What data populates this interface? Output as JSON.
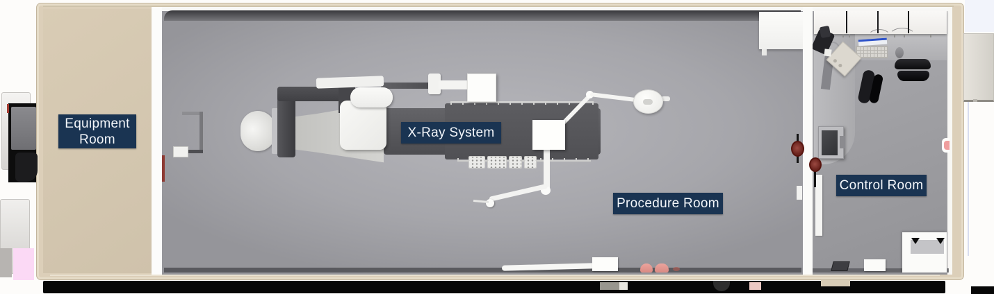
{
  "rooms": [
    {
      "id": "equipment-room",
      "label": "Equipment Room"
    },
    {
      "id": "procedure-room",
      "label": "Procedure Room"
    },
    {
      "id": "control-room",
      "label": "Control Room"
    }
  ],
  "equipment": {
    "xray_label": "X-Ray System"
  },
  "colors": {
    "label_bg": "#1a3452",
    "label_text": "#f3f6fa",
    "trailer_beige": "#dccfb9",
    "equipment_floor": "#d9ccb5",
    "procedure_floor": "#a8a8ad",
    "control_floor": "#aaaaae",
    "table_gray": "#57575b",
    "carm_dark": "#454549",
    "device_white": "#f6f6f4",
    "extinguisher_red": "#6b241e",
    "stool_pink": "#eba49d",
    "shadow_black": "#070707"
  }
}
